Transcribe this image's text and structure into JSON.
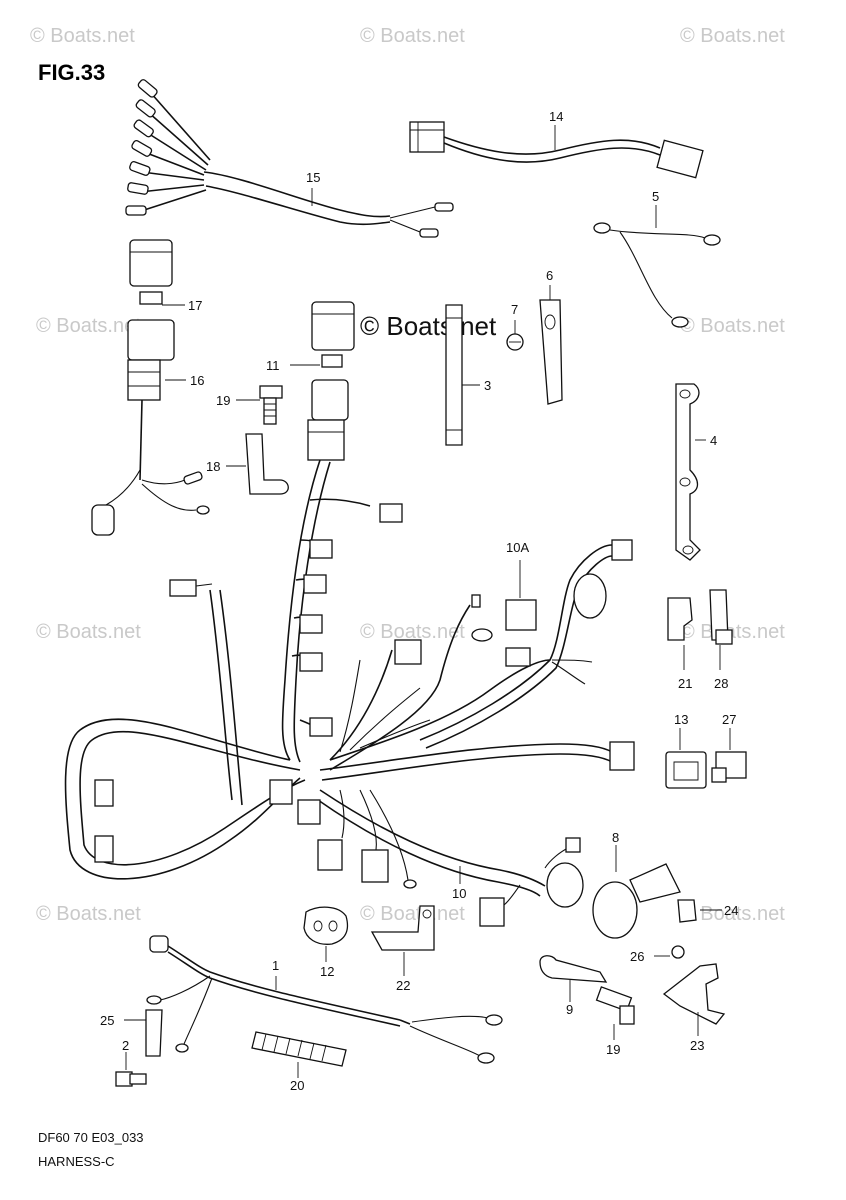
{
  "figure": {
    "title": "FIG.33"
  },
  "watermark": {
    "text": "© Boats.net"
  },
  "footer": {
    "code": "DF60 70 E03_033",
    "caption": "HARNESS-C"
  },
  "callouts": {
    "c1": "1",
    "c2": "2",
    "c3": "3",
    "c4": "4",
    "c5": "5",
    "c6": "6",
    "c7": "7",
    "c8": "8",
    "c9": "9",
    "c10": "10",
    "c10a": "10A",
    "c11": "11",
    "c12": "12",
    "c13": "13",
    "c14": "14",
    "c15": "15",
    "c16": "16",
    "c17": "17",
    "c18": "18",
    "c19a": "19",
    "c19b": "19",
    "c20": "20",
    "c21": "21",
    "c22": "22",
    "c23": "23",
    "c24": "24",
    "c25": "25",
    "c26": "26",
    "c27": "27",
    "c28": "28"
  }
}
